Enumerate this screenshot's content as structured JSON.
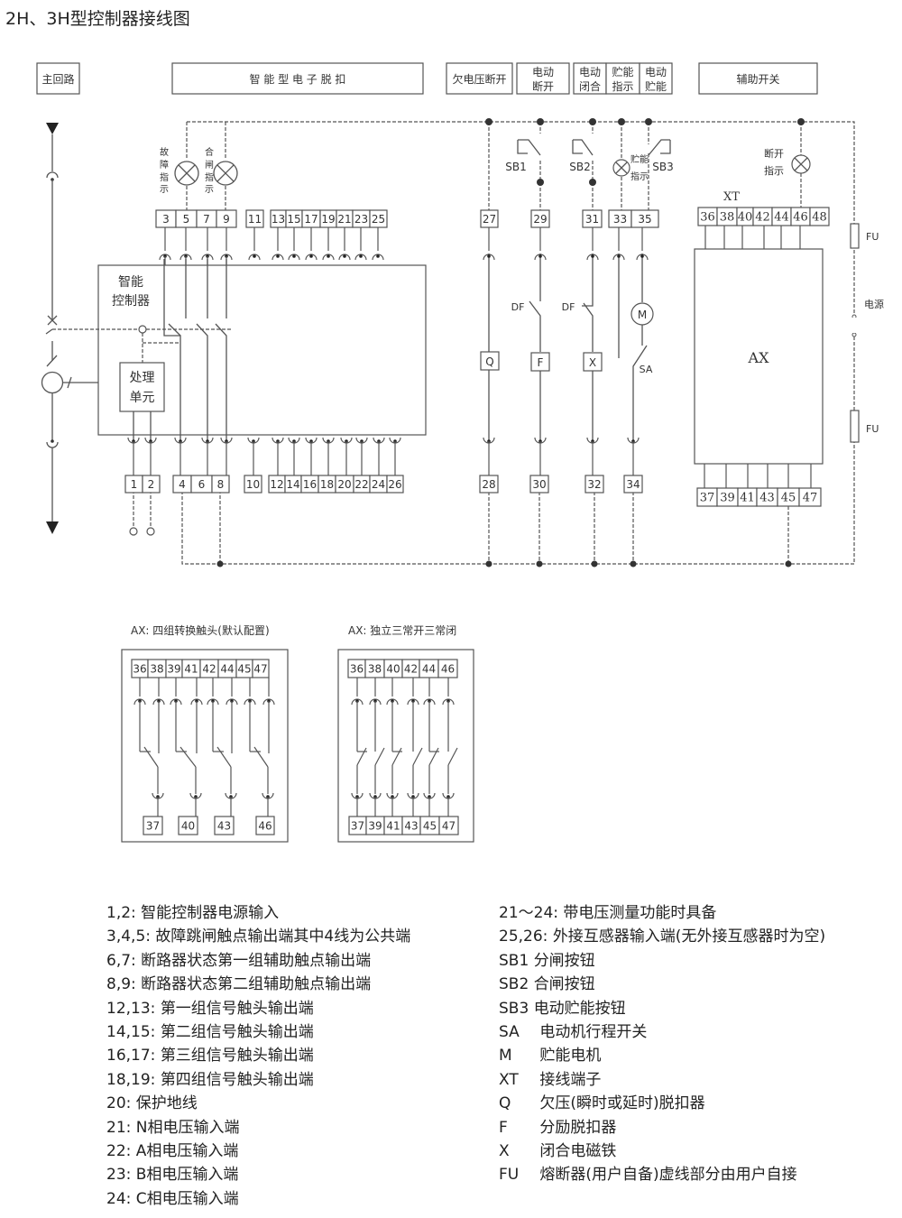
{
  "title": "2H、3H型控制器接线图",
  "header_boxes": {
    "main_circuit": "主回路",
    "smart_trip": "智 能 型 电 子 脱 扣",
    "undervoltage": "欠电压断开",
    "motor_open_1": "电动",
    "motor_open_2": "断开",
    "motor_close_1": "电动",
    "motor_close_2": "闭合",
    "storage_ind_1": "贮能",
    "storage_ind_2": "指示",
    "motor_storage_1": "电动",
    "motor_storage_2": "贮能",
    "aux_switch": "辅助开关"
  },
  "indicator_labels": {
    "fault": [
      "故",
      "障",
      "指",
      "示"
    ],
    "close": [
      "合",
      "闸",
      "指",
      "示"
    ],
    "storage_1": "贮能",
    "storage_2": "指示",
    "open_1": "断开",
    "open_2": "指示"
  },
  "controller": {
    "label_1": "智能",
    "label_2": "控制器",
    "unit_1": "处理",
    "unit_2": "单元"
  },
  "top_terminals_a": [
    "3",
    "5",
    "7",
    "9"
  ],
  "top_terminal_11": "11",
  "top_terminals_b": [
    "13",
    "15",
    "17",
    "19",
    "21",
    "23",
    "25"
  ],
  "bottom_terminals_a": [
    "1",
    "2"
  ],
  "bottom_terminals_b": [
    "4",
    "6",
    "8"
  ],
  "bottom_terminal_10": "10",
  "bottom_terminals_c": [
    "12",
    "14",
    "16",
    "18",
    "20",
    "22",
    "24",
    "26"
  ],
  "aux_top_terminals": [
    "27",
    "29",
    "31",
    "33",
    "35"
  ],
  "aux_bottom_terminals": [
    "28",
    "30",
    "32",
    "34"
  ],
  "buttons": {
    "sb1": "SB1",
    "sb2": "SB2",
    "sb3": "SB3"
  },
  "components": {
    "q": "Q",
    "f": "F",
    "x": "X",
    "m": "M",
    "sa": "SA",
    "df1": "DF",
    "df2": "DF"
  },
  "xt": {
    "label": "XT",
    "top": [
      "36",
      "38",
      "40",
      "42",
      "44",
      "46",
      "48"
    ],
    "bottom": [
      "37",
      "39",
      "41",
      "43",
      "45",
      "47"
    ],
    "box_label": "AX"
  },
  "power": {
    "fu_top": "FU",
    "fu_bottom": "FU",
    "source": "电源"
  },
  "ax_default": {
    "title": "AX: 四组转换触头(默认配置)",
    "top": [
      "36",
      "38",
      "39",
      "41",
      "42",
      "44",
      "45",
      "47"
    ],
    "bottom": [
      "37",
      "40",
      "43",
      "46"
    ]
  },
  "ax_independent": {
    "title": "AX: 独立三常开三常闭",
    "top": [
      "36",
      "38",
      "40",
      "42",
      "44",
      "46"
    ],
    "bottom": [
      "37",
      "39",
      "41",
      "43",
      "45",
      "47"
    ]
  },
  "legend_left": [
    {
      "code": "1,2:",
      "text": " 智能控制器电源输入"
    },
    {
      "code": "3,4,5:",
      "text": "故障跳闸触点输出端其中4线为公共端"
    },
    {
      "code": "6,7:",
      "text": "断路器状态第一组辅助触点输出端"
    },
    {
      "code": "8,9:",
      "text": "断路器状态第二组辅助触点输出端"
    },
    {
      "code": "12,13:",
      "text": "第一组信号触头输出端"
    },
    {
      "code": "14,15:",
      "text": "第二组信号触头输出端"
    },
    {
      "code": "16,17:",
      "text": "第三组信号触头输出端"
    },
    {
      "code": "18,19:",
      "text": "第四组信号触头输出端"
    },
    {
      "code": "20:",
      "text": "保护地线"
    },
    {
      "code": "21:",
      "text": "N相电压输入端"
    },
    {
      "code": "22:",
      "text": "A相电压输入端"
    },
    {
      "code": "23:",
      "text": "B相电压输入端"
    },
    {
      "code": "24:",
      "text": "C相电压输入端"
    }
  ],
  "legend_right": [
    {
      "code": "21～24:",
      "text": "带电压测量功能时具备"
    },
    {
      "code": "25,26:",
      "text": "外接互感器输入端(无外接互感器时为空)"
    },
    {
      "code": "SB1",
      "text": "分闸按钮"
    },
    {
      "code": "SB2",
      "text": "合闸按钮"
    },
    {
      "code": "SB3",
      "text": "电动贮能按钮"
    },
    {
      "code": "SA",
      "text": "电动机行程开关"
    },
    {
      "code": "M",
      "text": "贮能电机"
    },
    {
      "code": "XT",
      "text": "接线端子"
    },
    {
      "code": "Q",
      "text": "欠压(瞬时或延时)脱扣器"
    },
    {
      "code": "F",
      "text": "分励脱扣器"
    },
    {
      "code": "X",
      "text": "闭合电磁铁"
    },
    {
      "code": "FU",
      "text": "熔断器(用户自备)虚线部分由用户自接"
    }
  ]
}
